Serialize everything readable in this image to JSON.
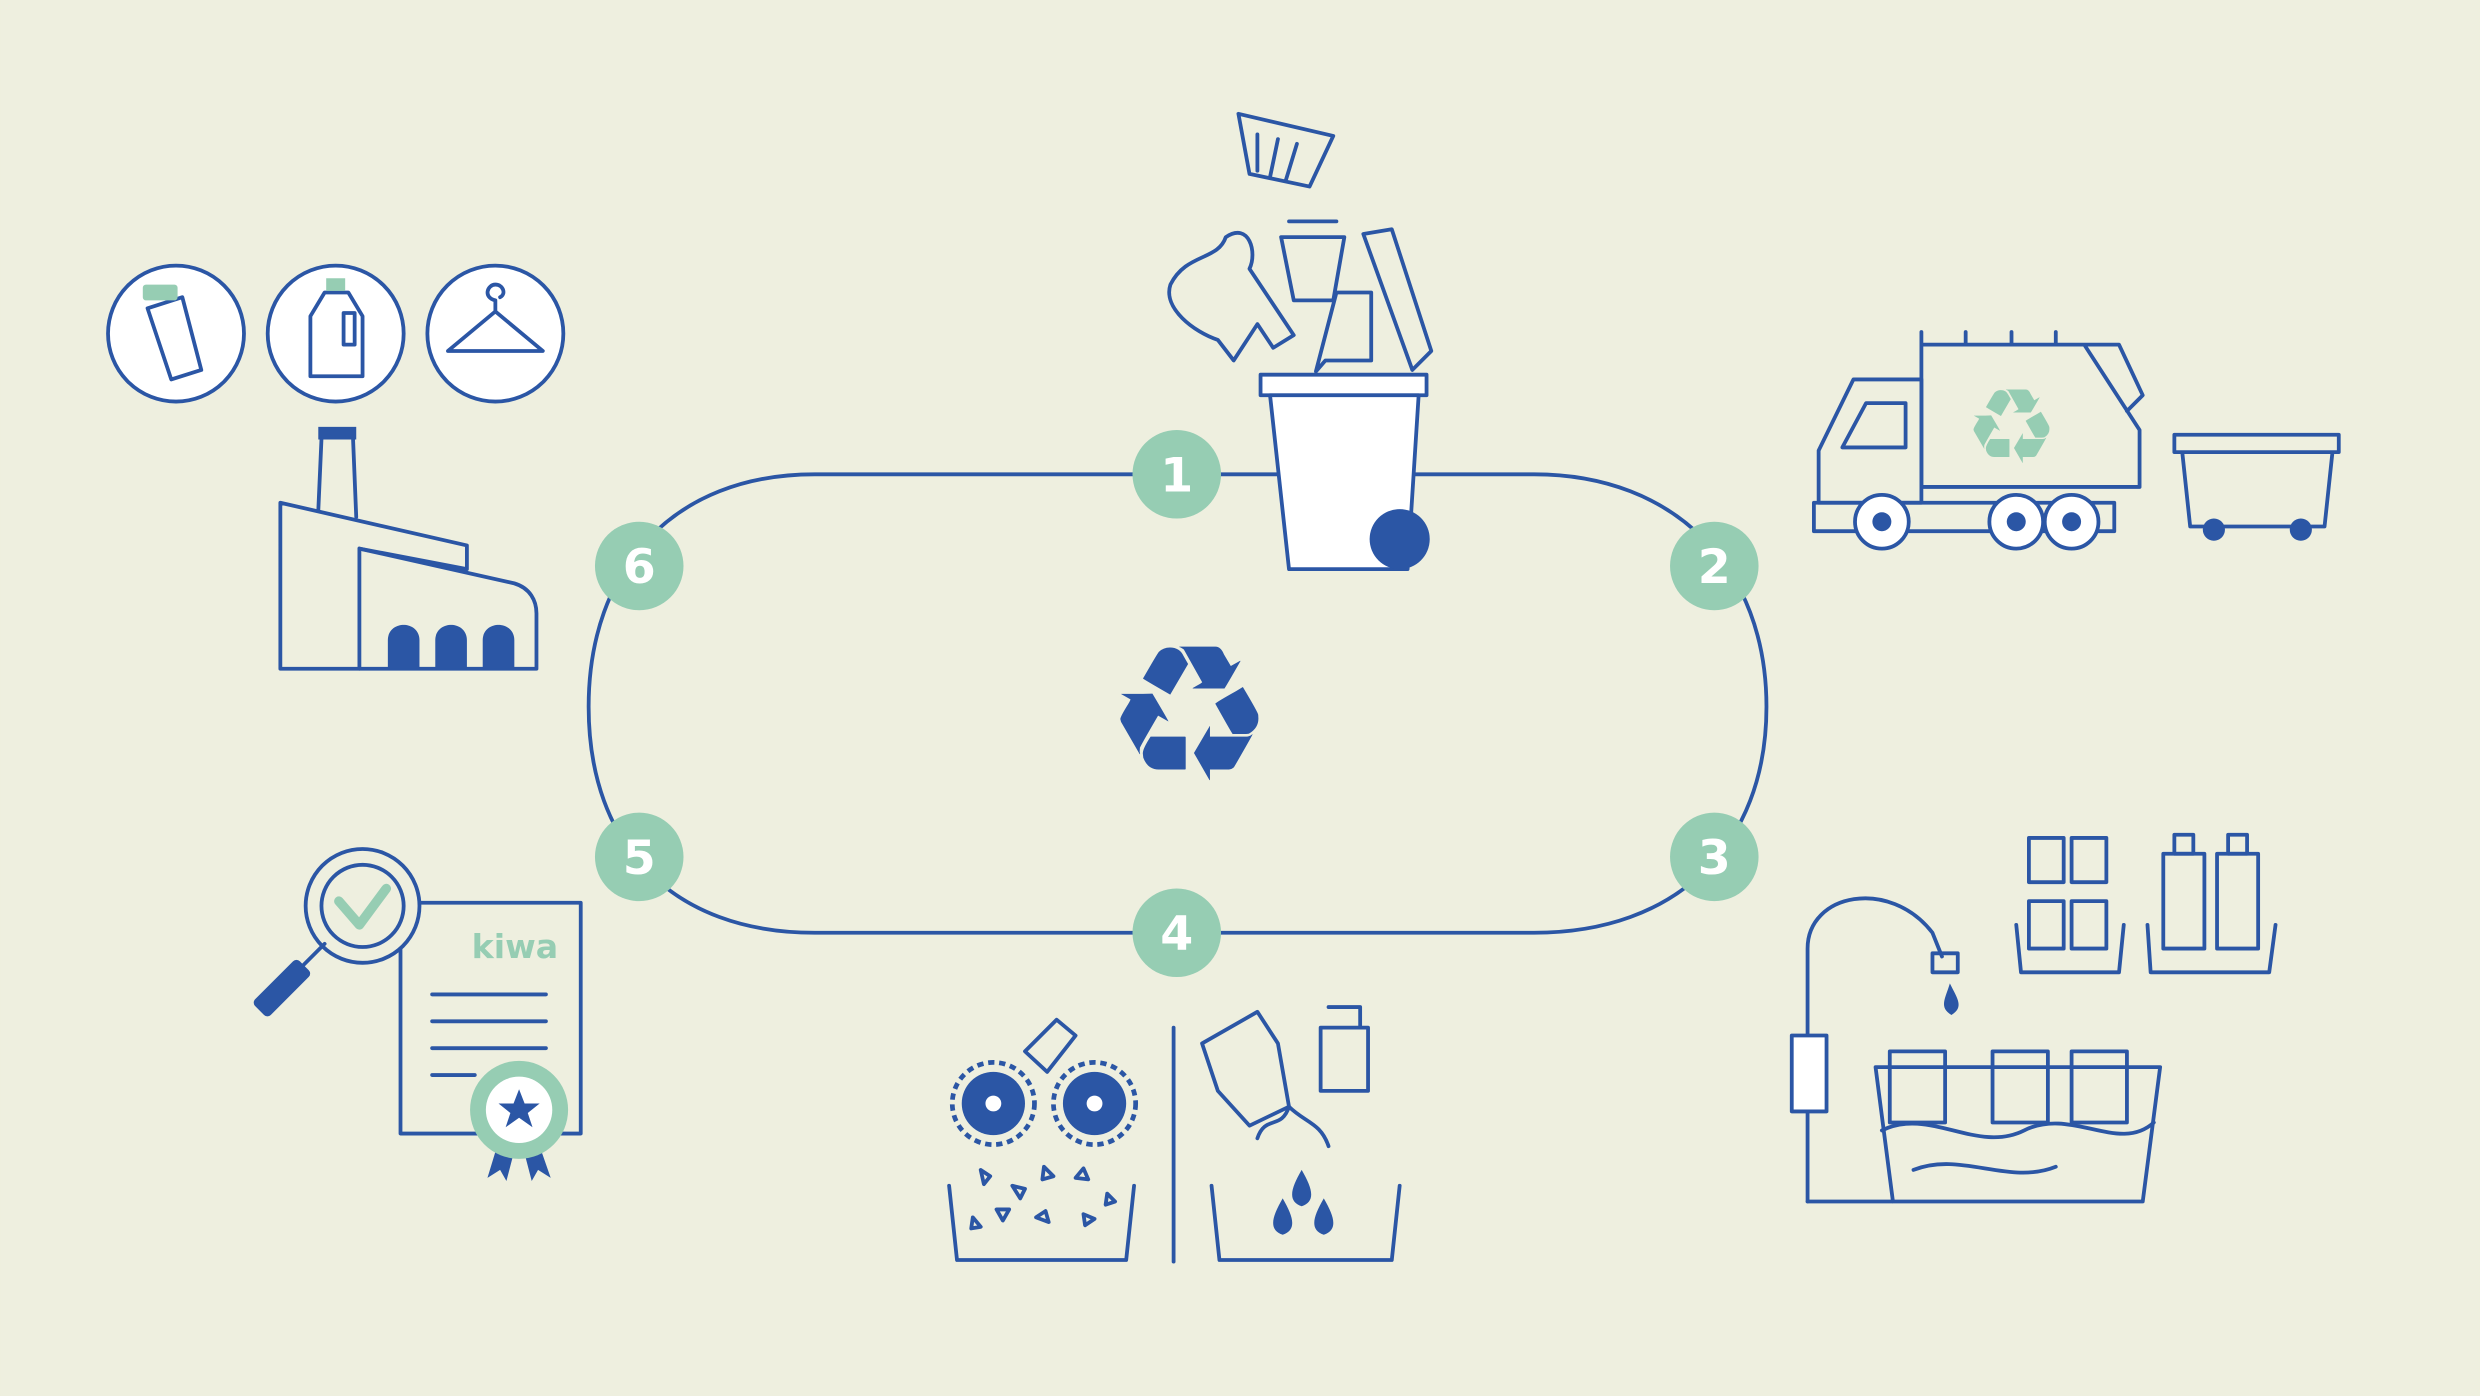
{
  "colors": {
    "background": "#eeefdf",
    "primary_blue": "#2b56a5",
    "accent_green": "#96cdb3"
  },
  "cycle": {
    "center_icon": "recycle-icon",
    "steps": [
      {
        "number": "1",
        "icon": "trash-bin-with-plastic-waste-icon"
      },
      {
        "number": "2",
        "icon": "garbage-truck-icon"
      },
      {
        "number": "3",
        "icon": "washing-bottles-icon"
      },
      {
        "number": "4",
        "icon": "shredding-and-melting-icon"
      },
      {
        "number": "5",
        "icon": "certificate-inspection-icon"
      },
      {
        "number": "6",
        "icon": "factory-new-products-icon"
      }
    ]
  },
  "certificate": {
    "logo_text": "kiwa"
  },
  "recycle_glyph": "♻"
}
